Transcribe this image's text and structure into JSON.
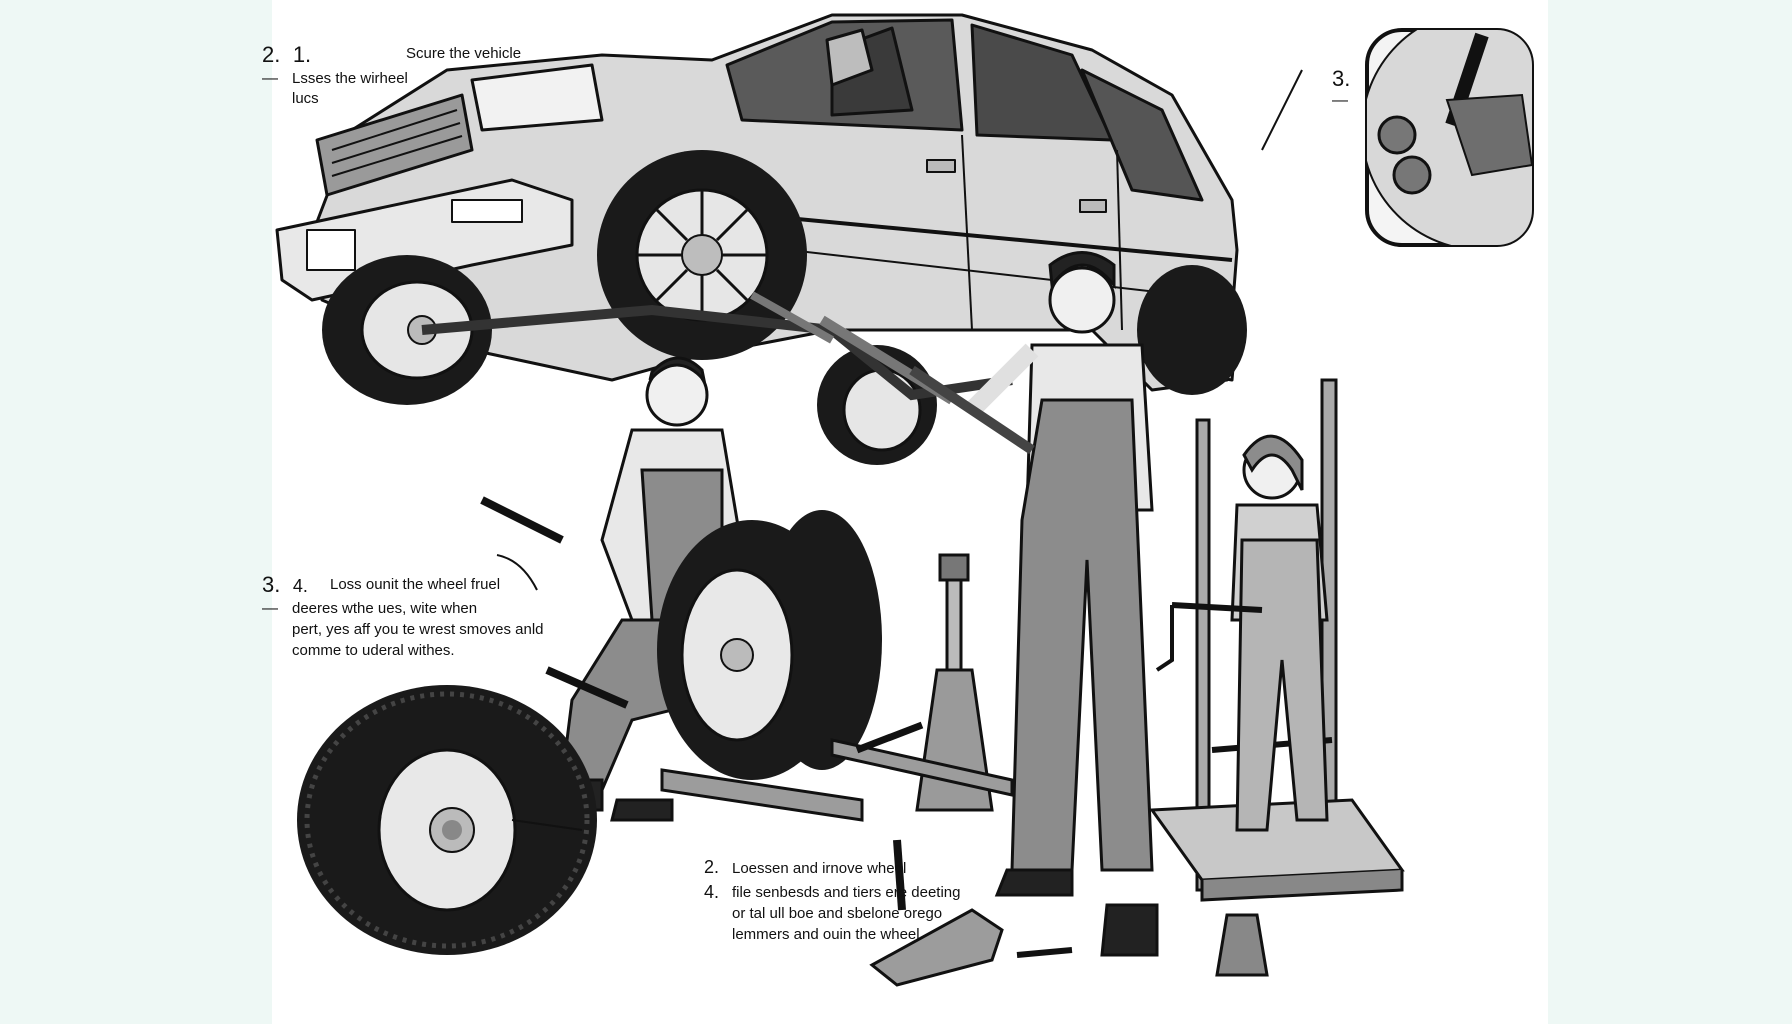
{
  "step1": {
    "num_a": "2.",
    "num_b": "1.",
    "dash": "—",
    "title": "Scure the vehicle",
    "line1": "Lsses the wirheel",
    "line2": "lucs"
  },
  "step3_top": {
    "num": "3.",
    "dash": "—"
  },
  "step3_mid": {
    "num_a": "3.",
    "num_b": "4.",
    "dash": "—",
    "line1": "Loss ounit the wheel fruel",
    "line2": "deeres wthe ues, wite when",
    "line3": "pert, yes aff you te wrest smoves anld",
    "line4": "comme to uderal withes."
  },
  "step2_bottom": {
    "num_a": "2.",
    "num_b": "4.",
    "line1": "Loessen and irnove wheel",
    "line2": "file senbesds and tiers ere deeting",
    "line3": "or tal ull boe and sbelone orego",
    "line4": "lemmers and ouin the wheel"
  },
  "colors": {
    "background": "#ffffff",
    "side_panel": "#eef8f5",
    "ink": "#111111",
    "car_body": "#d9d9d9",
    "overall_gray": "#8c8c8c",
    "tire_black": "#1a1a1a"
  }
}
